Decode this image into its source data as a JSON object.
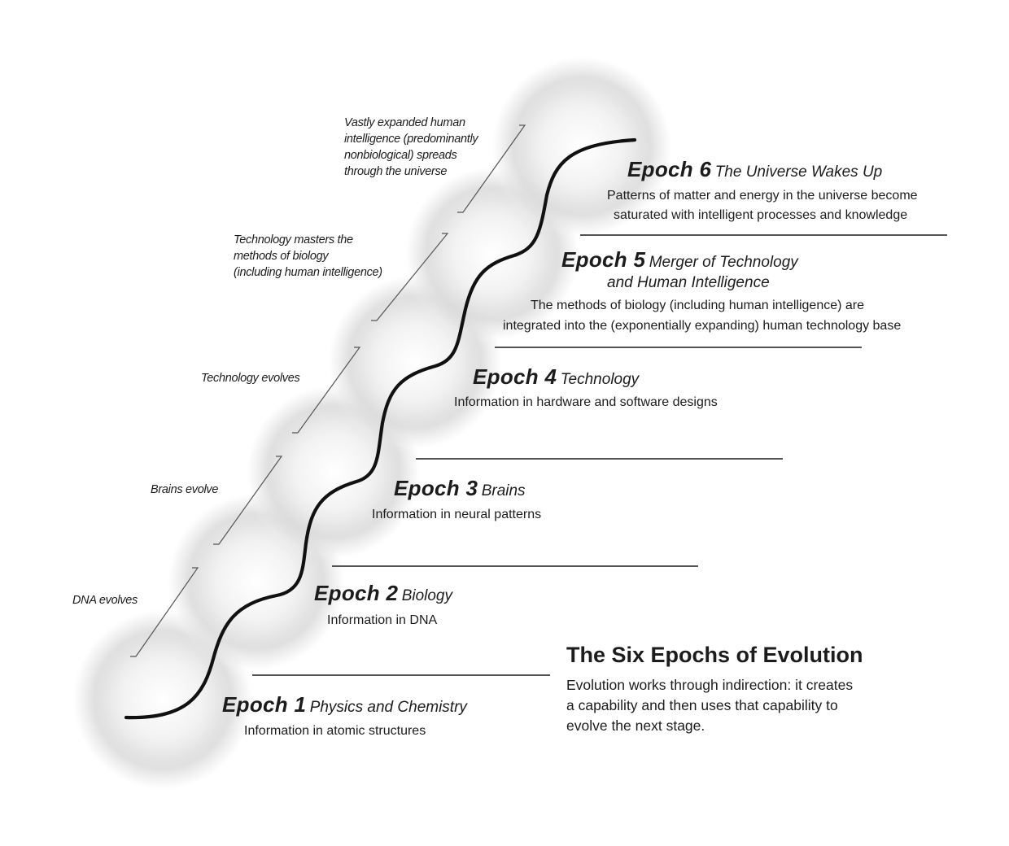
{
  "title": "The Six Epochs of Evolution",
  "intro_lines": [
    "Evolution works through indirection: it creates",
    "a capability and then uses that capability to",
    "evolve the next stage."
  ],
  "epochs": [
    {
      "label": "Epoch 1",
      "name": "Physics and Chemistry",
      "name_lines": [
        "Physics and Chemistry"
      ],
      "description_lines": [
        "Information in atomic structures"
      ]
    },
    {
      "label": "Epoch 2",
      "name": "Biology",
      "name_lines": [
        "Biology"
      ],
      "description_lines": [
        "Information in DNA"
      ]
    },
    {
      "label": "Epoch 3",
      "name": "Brains",
      "name_lines": [
        "Brains"
      ],
      "description_lines": [
        "Information in neural patterns"
      ]
    },
    {
      "label": "Epoch 4",
      "name": "Technology",
      "name_lines": [
        "Technology"
      ],
      "description_lines": [
        "Information in hardware and software designs"
      ]
    },
    {
      "label": "Epoch 5",
      "name": "Merger of Technology and Human Intelligence",
      "name_lines": [
        "Merger of  Technology",
        "and Human Intelligence"
      ],
      "description_lines": [
        "The methods of biology (including human intelligence) are",
        "integrated into the (exponentially expanding) human technology base"
      ]
    },
    {
      "label": "Epoch 6",
      "name": "The Universe Wakes Up",
      "name_lines": [
        "The Universe Wakes Up"
      ],
      "description_lines": [
        "Patterns of matter and energy in the universe become",
        "saturated with intelligent processes and knowledge"
      ]
    }
  ],
  "transitions": [
    {
      "lines": [
        "DNA evolves"
      ]
    },
    {
      "lines": [
        "Brains evolve"
      ]
    },
    {
      "lines": [
        "Technology evolves"
      ]
    },
    {
      "lines": [
        "Technology masters the",
        "methods of biology",
        "(including human intelligence)"
      ]
    },
    {
      "lines": [
        "Vastly expanded human",
        "intelligence (predominantly",
        "nonbiological) spreads",
        "through the universe"
      ]
    }
  ]
}
